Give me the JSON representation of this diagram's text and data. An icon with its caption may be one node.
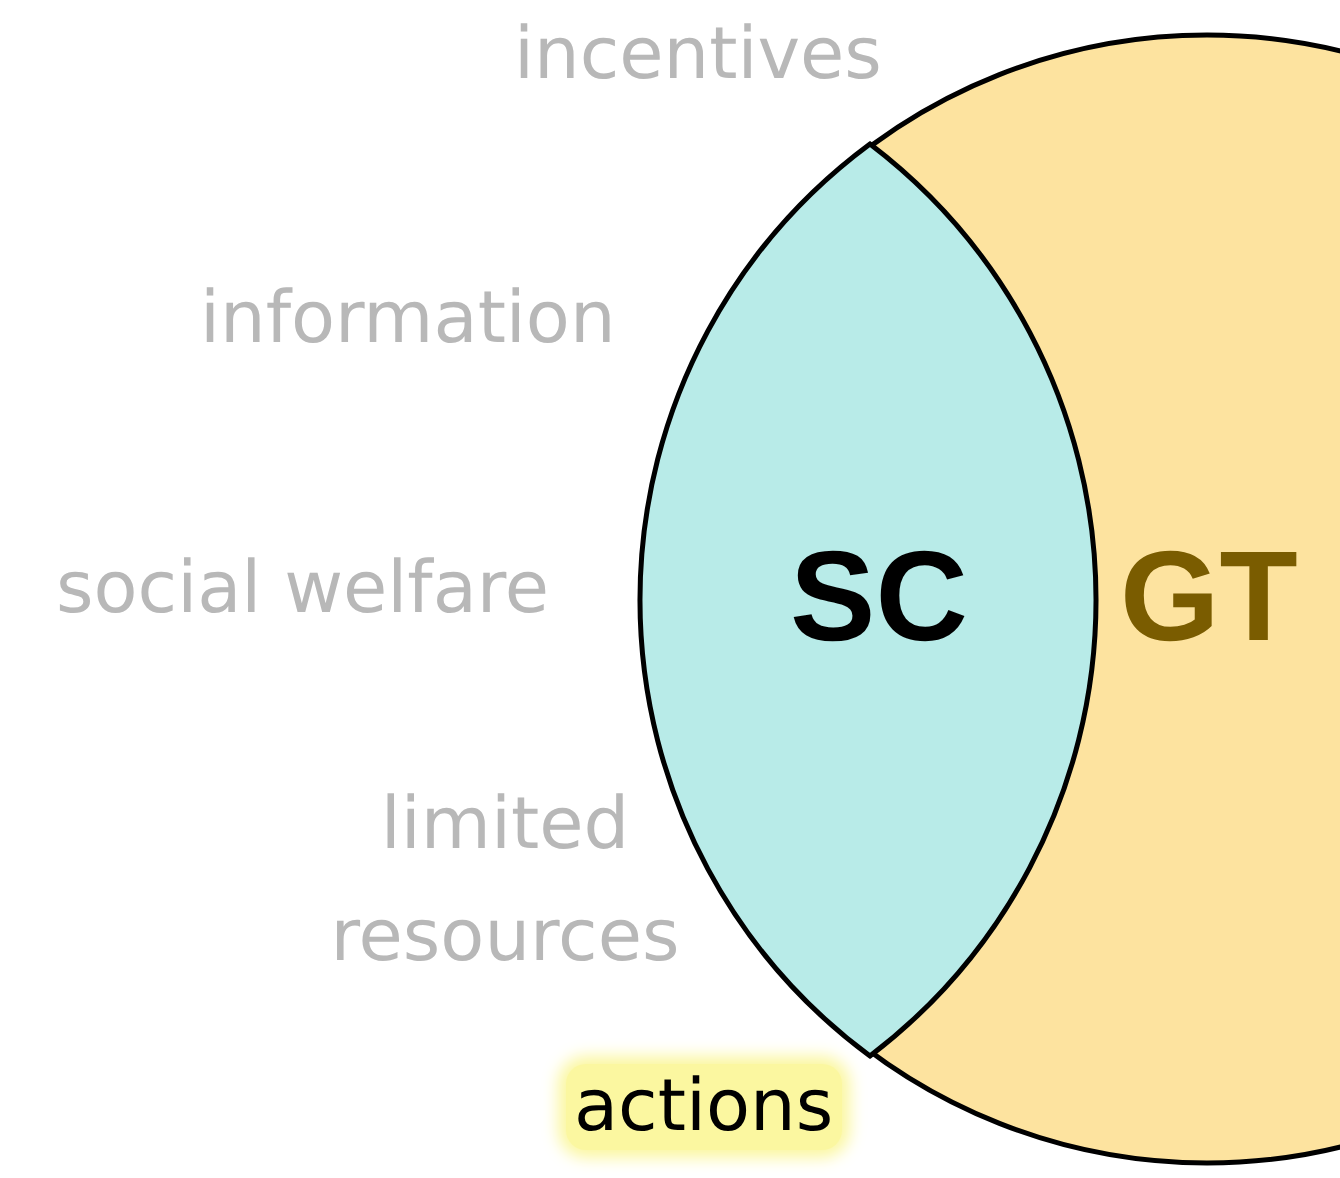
{
  "diagram": {
    "nodes": [
      {
        "text": [
          "GT"
        ]
      },
      {
        "text": [
          "SC"
        ],
        "in": 0
      }
    ],
    "labels": [
      "incentives",
      "information",
      "social welfare",
      "limited resources",
      "actions"
    ]
  }
}
